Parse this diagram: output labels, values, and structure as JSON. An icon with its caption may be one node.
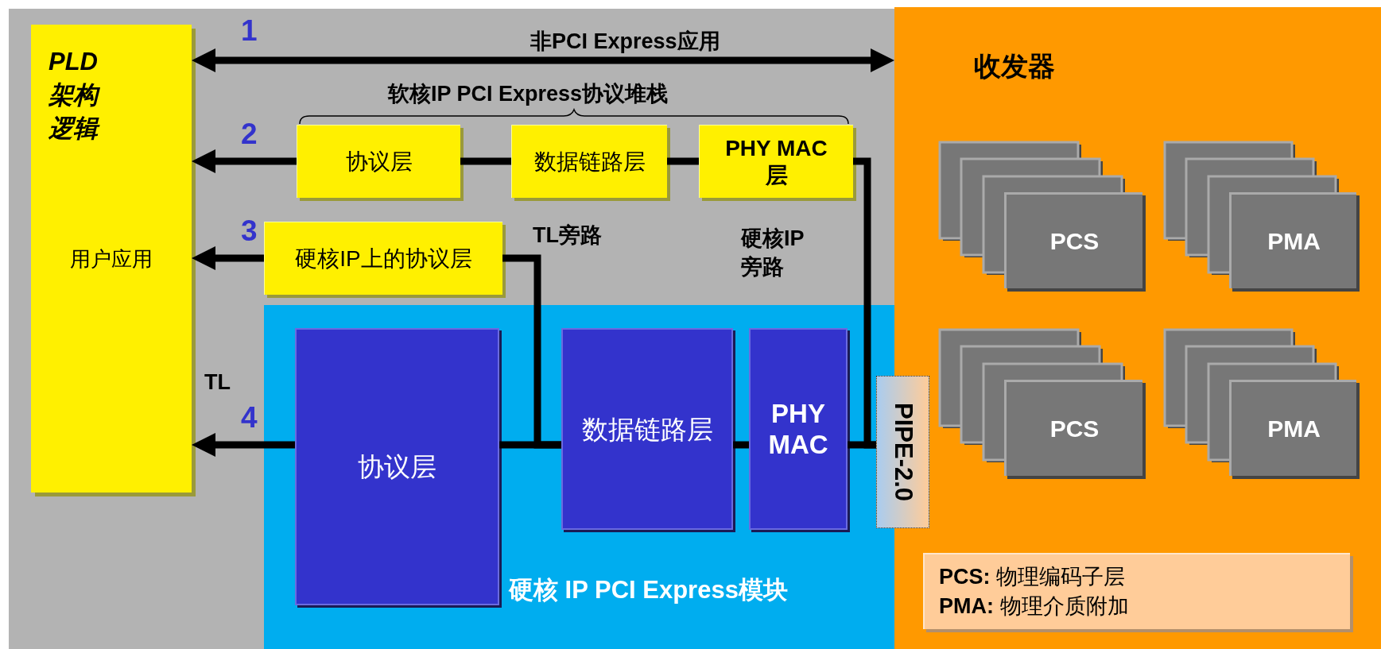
{
  "diagram": {
    "nodes": [
      {
        "text": [
          "PLD 架构逻辑",
          "用户应用"
        ]
      },
      {
        "text": [
          "收发器"
        ]
      },
      {
        "text": [
          "协议层"
        ]
      },
      {
        "text": [
          "数据链路层"
        ]
      },
      {
        "text": [
          "PHY MAC 层"
        ]
      },
      {
        "text": [
          "硬核IP上的协议层"
        ]
      },
      {
        "text": [
          "硬核 IP PCI Express模块"
        ]
      },
      {
        "text": [
          "协议层"
        ],
        "in": 6
      },
      {
        "text": [
          "数据链路层"
        ],
        "in": 6
      },
      {
        "text": [
          "PHY MAC"
        ],
        "in": 6
      },
      {
        "text": [
          "PIPE-2.0"
        ]
      },
      {
        "text": [
          "PCS"
        ],
        "in": 1
      },
      {
        "text": [
          "PMA"
        ],
        "in": 1
      },
      {
        "text": [
          "PCS"
        ],
        "in": 1
      },
      {
        "text": [
          "PMA"
        ],
        "in": 1
      },
      {
        "text": [
          "**PCS:** 物理编码子层",
          "**PMA:** 物理介质附加"
        ],
        "in": 1
      }
    ],
    "edges": [
      {
        "from": 0,
        "to": 1,
        "arrow": "both",
        "label": "非PCI Express应用"
      },
      {
        "from": 2,
        "to": 0,
        "arrow": "to"
      },
      {
        "from": 3,
        "to": 2,
        "arrow": "none"
      },
      {
        "from": 4,
        "to": 3,
        "arrow": "none"
      },
      {
        "from": 4,
        "to": 10,
        "arrow": "none",
        "label": "硬核IP旁路"
      },
      {
        "from": 5,
        "to": 0,
        "arrow": "to"
      },
      {
        "from": 5,
        "to": 8,
        "arrow": "none",
        "label": "TL旁路"
      },
      {
        "from": 7,
        "to": 0,
        "arrow": "to",
        "label": "TL"
      },
      {
        "from": 8,
        "to": 7,
        "arrow": "none"
      },
      {
        "from": 9,
        "to": 8,
        "arrow": "none"
      },
      {
        "from": 9,
        "to": 10,
        "arrow": "none"
      }
    ],
    "labels": [
      "1",
      "软核IP PCI Express协议堆栈",
      "2",
      "3",
      "4"
    ]
  }
}
